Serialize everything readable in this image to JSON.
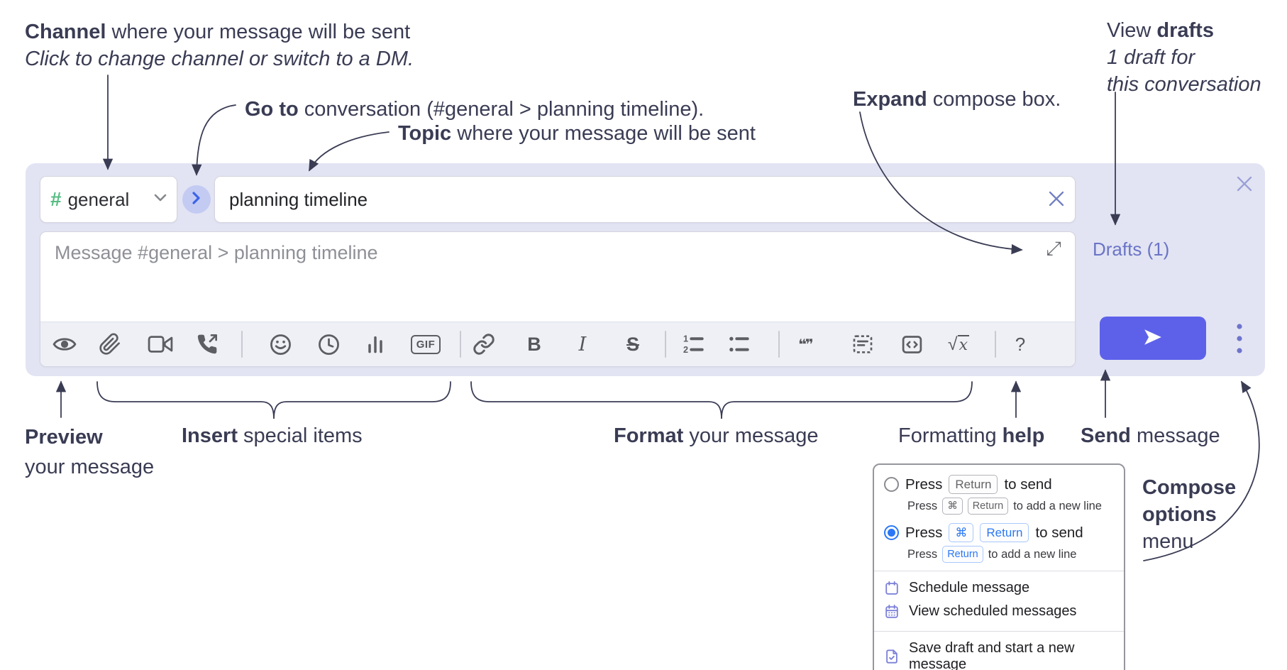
{
  "annotations": {
    "channel": {
      "bold": "Channel",
      "rest": " where your message will be sent",
      "italic": "Click to change channel or switch to a DM."
    },
    "go_to": {
      "bold": "Go to",
      "rest": " conversation (#general > planning timeline)."
    },
    "topic": {
      "bold": "Topic",
      "rest": " where your message will be sent"
    },
    "view_drafts": {
      "pre": "View ",
      "bold": "drafts",
      "italic1": "1 draft for",
      "italic2": "this conversation"
    },
    "expand": {
      "bold": "Expand",
      "rest": " compose box."
    },
    "preview": {
      "bold": "Preview",
      "line2": "your message"
    },
    "insert": {
      "bold": "Insert",
      "rest": " special items"
    },
    "format": {
      "bold": "Format",
      "rest": " your message"
    },
    "formatting_help": {
      "pre": "Formatting ",
      "bold": "help"
    },
    "send": {
      "bold": "Send",
      "rest": " message"
    },
    "compose_options": {
      "bold1": "Compose",
      "bold2": "options",
      "line3": "menu"
    }
  },
  "compose_box": {
    "channel_selector": {
      "hash": "#",
      "name": "general"
    },
    "topic_input": {
      "value": "planning timeline"
    },
    "message_input": {
      "placeholder": "Message #general > planning timeline"
    },
    "drafts_link": "Drafts (1)",
    "toolbar_labels": {
      "gif": "GIF",
      "bold": "B",
      "italic": "I",
      "strike": "S",
      "sqrt": "√",
      "sqrt_x": "x",
      "help": "?",
      "quote": "❝❞"
    },
    "toolbar_icon_names": [
      "preview-eye-icon",
      "attach-paperclip-icon",
      "video-call-icon",
      "voice-call-icon",
      "emoji-icon",
      "time-icon",
      "poll-icon",
      "gif-icon",
      "link-icon",
      "bold-icon",
      "italic-icon",
      "strikethrough-icon",
      "numbered-list-icon",
      "bulleted-list-icon",
      "quote-icon",
      "spoiler-icon",
      "code-icon",
      "math-icon",
      "help-icon"
    ]
  },
  "popup_menu": {
    "options": [
      {
        "selected": false,
        "press": "Press",
        "keys": [
          "Return"
        ],
        "suffix": "to send",
        "sub_press": "Press",
        "sub_keys": [
          "⌘",
          "Return"
        ],
        "sub_suffix": "to add a new line"
      },
      {
        "selected": true,
        "press": "Press",
        "keys": [
          "⌘",
          "Return"
        ],
        "suffix": "to send",
        "sub_press": "Press",
        "sub_keys": [
          "Return"
        ],
        "sub_suffix": "to add a new line"
      }
    ],
    "items": [
      {
        "icon": "schedule-calendar-icon",
        "label": "Schedule message"
      },
      {
        "icon": "view-scheduled-calendar-icon",
        "label": "View scheduled messages"
      },
      {
        "icon": "save-draft-icon",
        "label": "Save draft and start a new message"
      }
    ]
  },
  "colors": {
    "annotation_ink": "#3a3c54",
    "compose_bg": "#e2e4f3",
    "send_button": "#5d61ea",
    "drafts_link": "#6b74c6",
    "channel_hash_green": "#56bd83",
    "goto_circle_bg": "#c3cbf3",
    "key_blue": "#2b78f6",
    "toolbar_icon_gray": "#5c5e63",
    "popup_item_icon": "#7b80d8"
  }
}
